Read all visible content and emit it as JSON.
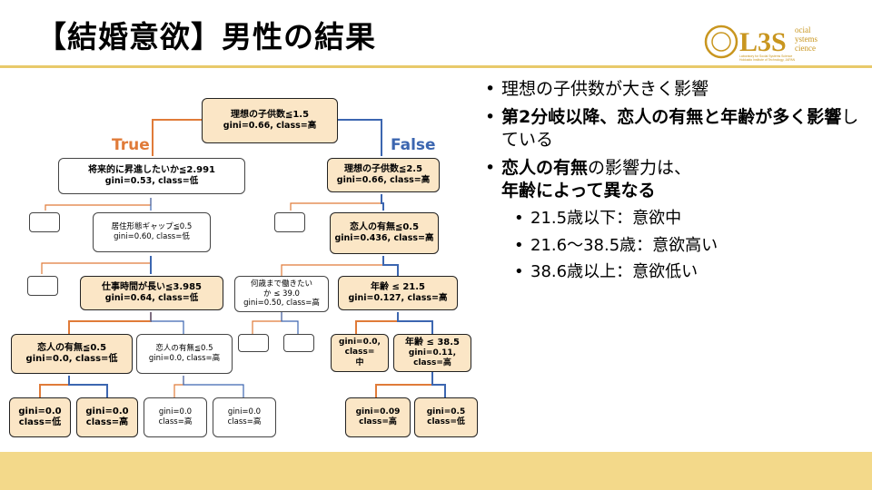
{
  "title": "【結婚意欲】男性の結果",
  "logo": {
    "main": "L3S",
    "line1": "ocial",
    "line2": "ystems",
    "line3": "cience",
    "sub1": "Laboratory for Social Systems Science",
    "sub2": "Hokkaido Institute of Technology, JAPAN"
  },
  "branch_labels": {
    "true": "True",
    "false": "False"
  },
  "tree": {
    "root": {
      "q": "理想の子供数≦1.5",
      "s": "gini=0.66, class=高"
    },
    "l1": {
      "q": "将来的に昇進したいか≦2.991",
      "s": "gini=0.53, class=低"
    },
    "r1": {
      "q": "理想の子供数≦2.5",
      "s": "gini=0.66, class=高"
    },
    "l2": {
      "q": "居住形態ギャップ≦0.5",
      "s": "gini=0.60, class=低"
    },
    "r2": {
      "q": "恋人の有無≦0.5",
      "s": "gini=0.436, class=高"
    },
    "l3": {
      "q": "仕事時間が長い≦3.985",
      "s": "gini=0.64, class=低"
    },
    "r3a": {
      "q": "何歳まで働きたい",
      "q2": "か ≤ 39.0",
      "s": "gini=0.50, class=高"
    },
    "r3b": {
      "q": "年齢 ≤ 21.5",
      "s": "gini=0.127, class=高"
    },
    "l4a": {
      "q": "恋人の有無≦0.5",
      "s": "gini=0.0, class=低"
    },
    "l4b": {
      "q": "恋人の有無≦0.5",
      "s": "gini=0.0, class=高"
    },
    "r4a": {
      "a": "gini=0.0,",
      "b": "class=",
      "c": "中"
    },
    "r4b": {
      "q": "年齢 ≤ 38.5",
      "a": "gini=0.11,",
      "b": "class=高"
    },
    "leaf1": {
      "a": "gini=0.0",
      "b": "class=低"
    },
    "leaf2": {
      "a": "gini=0.0",
      "b": "class=高"
    },
    "leaf3": {
      "a": "gini=0.0",
      "b": "class=高"
    },
    "leaf4": {
      "a": "gini=0.0",
      "b": "class=高"
    },
    "leaf5": {
      "a": "gini=0.09",
      "b": "class=高"
    },
    "leaf6": {
      "a": "gini=0.5",
      "b": "class=低"
    }
  },
  "bullets": {
    "b1": "理想の子供数が大きく影響",
    "b2_bold": "第2分岐以降、恋人の有無と年齢が多く影響",
    "b2_rest": "している",
    "b3_bold1": "恋人の有無",
    "b3_rest": "の影響力は、",
    "b3_bold2": "年齢によって異なる",
    "subs": [
      "21.5歳以下：意欲中",
      "21.6〜38.5歳：意欲高い",
      "38.6歳以上：意欲低い"
    ]
  },
  "colors": {
    "orange": "#e07b39",
    "blue": "#3c66b0",
    "highlight": "#fbe6c6",
    "accent": "#e8c96a"
  }
}
